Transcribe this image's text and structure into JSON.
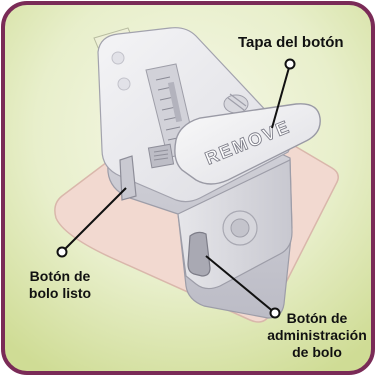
{
  "labels": {
    "cap": "Tapa del botón",
    "ready": [
      "Botón de",
      "bolo listo"
    ],
    "admin": [
      "Botón de",
      "administración",
      "de bolo"
    ]
  },
  "device": {
    "tab_text": "REMOVE"
  },
  "colors": {
    "background": "#dfe9b5",
    "border": "#7a2b57",
    "patch": "#f2d9d0",
    "device_body": "#e9e9ec",
    "device_shadow": "#c7c7cf",
    "indicator": "#bdbdc6"
  }
}
